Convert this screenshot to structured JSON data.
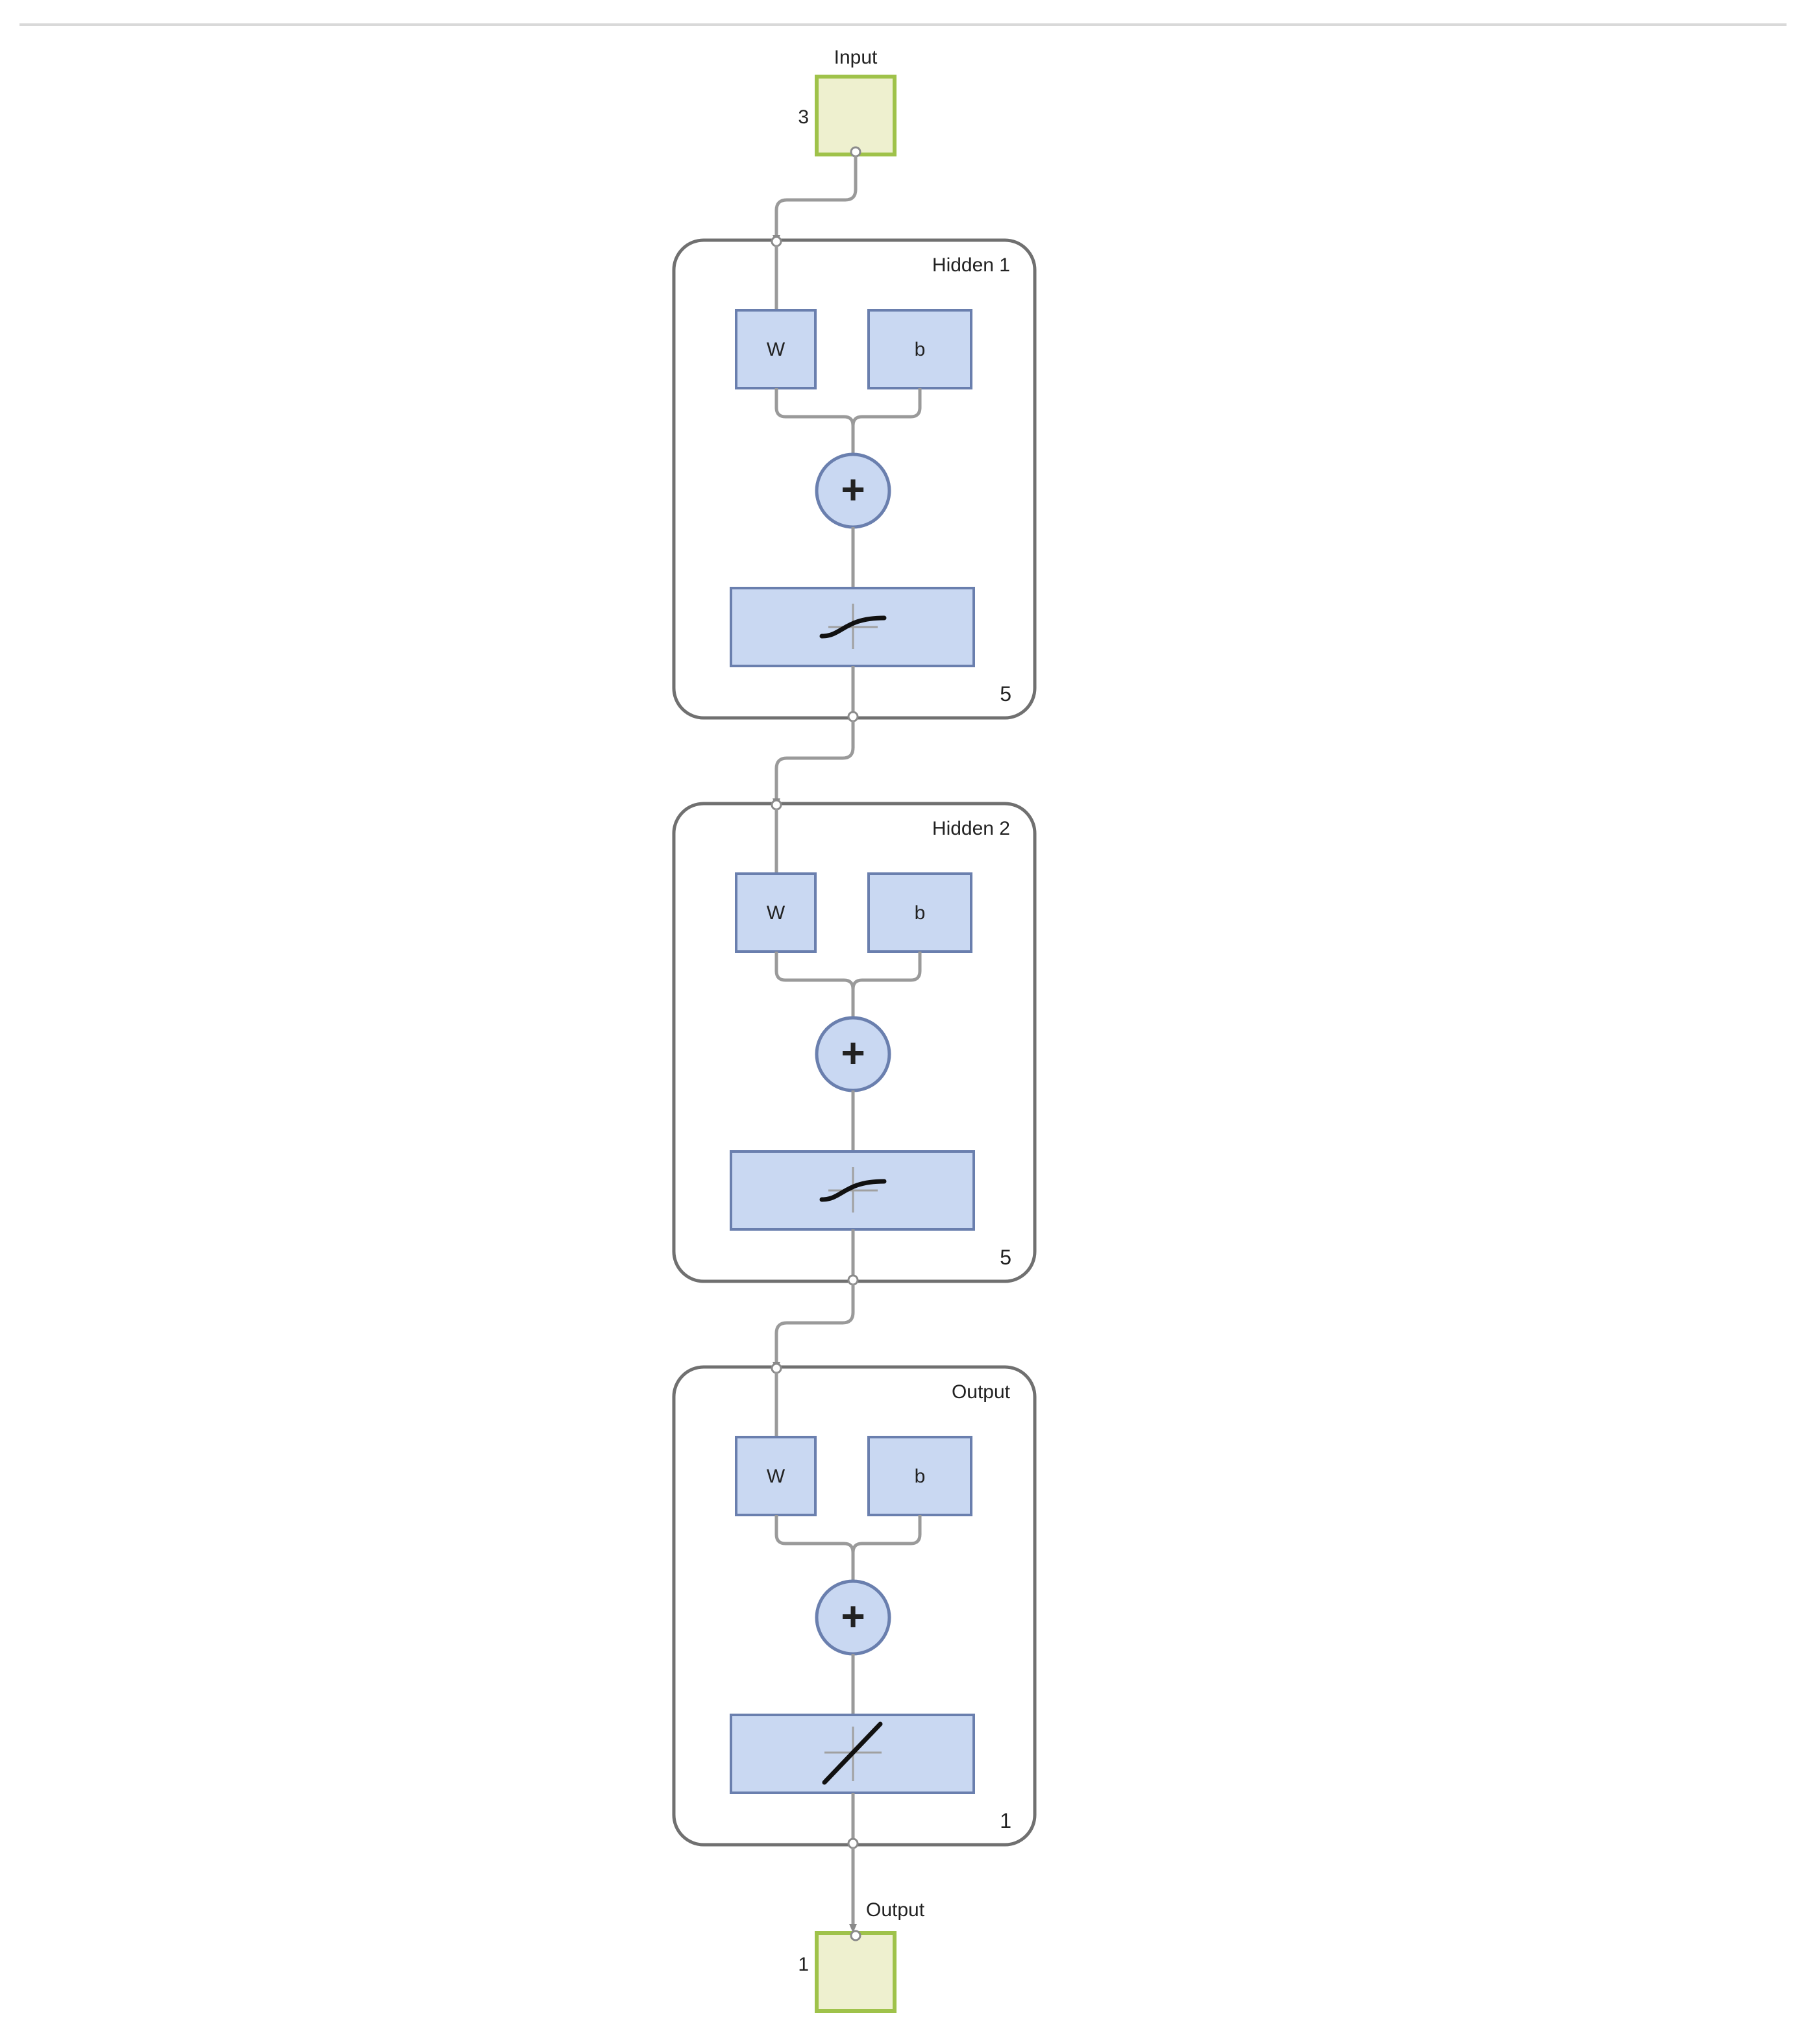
{
  "diagram": {
    "input": {
      "title": "Input",
      "size": "3"
    },
    "layers": [
      {
        "title": "Hidden 1",
        "size": "5",
        "weight_label": "W",
        "bias_label": "b",
        "sum_symbol": "+",
        "transfer": "sigmoid-icon"
      },
      {
        "title": "Hidden 2",
        "size": "5",
        "weight_label": "W",
        "bias_label": "b",
        "sum_symbol": "+",
        "transfer": "sigmoid-icon"
      },
      {
        "title": "Output",
        "size": "1",
        "weight_label": "W",
        "bias_label": "b",
        "sum_symbol": "+",
        "transfer": "linear-icon"
      }
    ],
    "output": {
      "title": "Output",
      "size": "1"
    }
  },
  "colors": {
    "io_fill": "#eef0cf",
    "io_stroke": "#9fc24a",
    "block_fill": "#c9d8f2",
    "block_stroke": "#6a7fae",
    "layer_stroke": "#707070",
    "wire": "#9a9a9a"
  }
}
